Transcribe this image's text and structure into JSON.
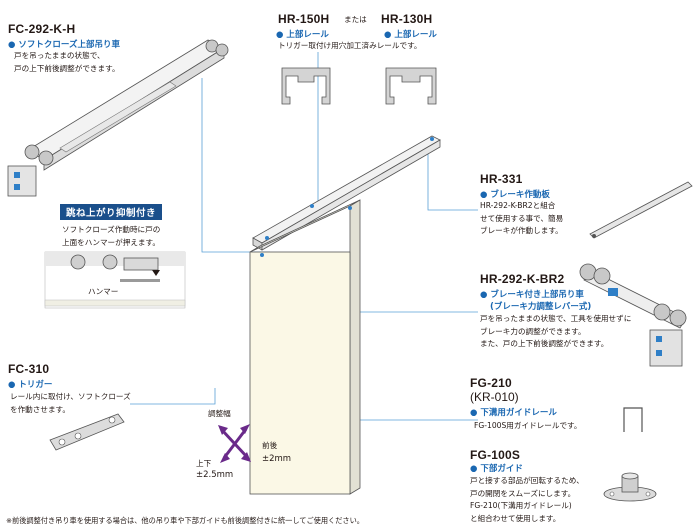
{
  "fc292": {
    "code": "FC-292-K-H",
    "name": "ソフトクローズ上部吊り車",
    "desc": [
      "戸を吊ったままの状態で、",
      "戸の上下前後調整ができます。"
    ]
  },
  "hr150": {
    "code": "HR-150H"
  },
  "or_text": "または",
  "hr130": {
    "code": "HR-130H"
  },
  "rail": {
    "name": "上部レール",
    "desc": "トリガー取付け用穴加工済みレールです。"
  },
  "hr331": {
    "code": "HR-331",
    "name": "ブレーキ作動板",
    "desc": [
      "HR-292-K-BR2と組合",
      "せて使用する事で、簡易",
      "ブレーキが作動します。"
    ]
  },
  "hr292": {
    "code": "HR-292-K-BR2",
    "name": "ブレーキ付き上部吊り車",
    "name2": "(ブレーキ力調整レバー式)",
    "desc": [
      "戸を吊ったままの状態で、工具を使用せずに",
      "ブレーキ力の調整ができます。",
      "また、戸の上下前後調整ができます。"
    ]
  },
  "antibounce": {
    "title": "跳ね上がり抑制付き",
    "desc": [
      "ソフトクローズ作動時に戸の",
      "上面をハンマーが押えます。"
    ],
    "hammer": "ハンマー"
  },
  "fc310": {
    "code": "FC-310",
    "name": "トリガー",
    "desc": [
      "レール内に取付け、ソフトクローズ",
      "を作動させます。"
    ]
  },
  "fg210": {
    "code": "FG-210",
    "code2": "(KR-010)",
    "name": "下溝用ガイドレール",
    "desc": "FG-100S用ガイドレールです。"
  },
  "fg100s": {
    "code": "FG-100S",
    "name": "下部ガイド",
    "desc": [
      "戸と接する部品が回転するため、",
      "戸の開閉をスムーズにします。",
      "FG-210(下溝用ガイドレール)",
      "と組合わせて使用します。"
    ]
  },
  "adjust": {
    "label": "調整幅",
    "front": "前後",
    "front_val": "±2mm",
    "updown": "上下",
    "updown_val": "±2.5mm"
  },
  "footnote": "※前後調整付き吊り車を使用する場合は、他の吊り車や下部ガイドも前後調整付きに統一してご使用ください。",
  "colors": {
    "accent": "#1a67b1",
    "badge": "#1a4f8b",
    "panel": "#fbf8e6",
    "leader": "#5aa0d6"
  }
}
